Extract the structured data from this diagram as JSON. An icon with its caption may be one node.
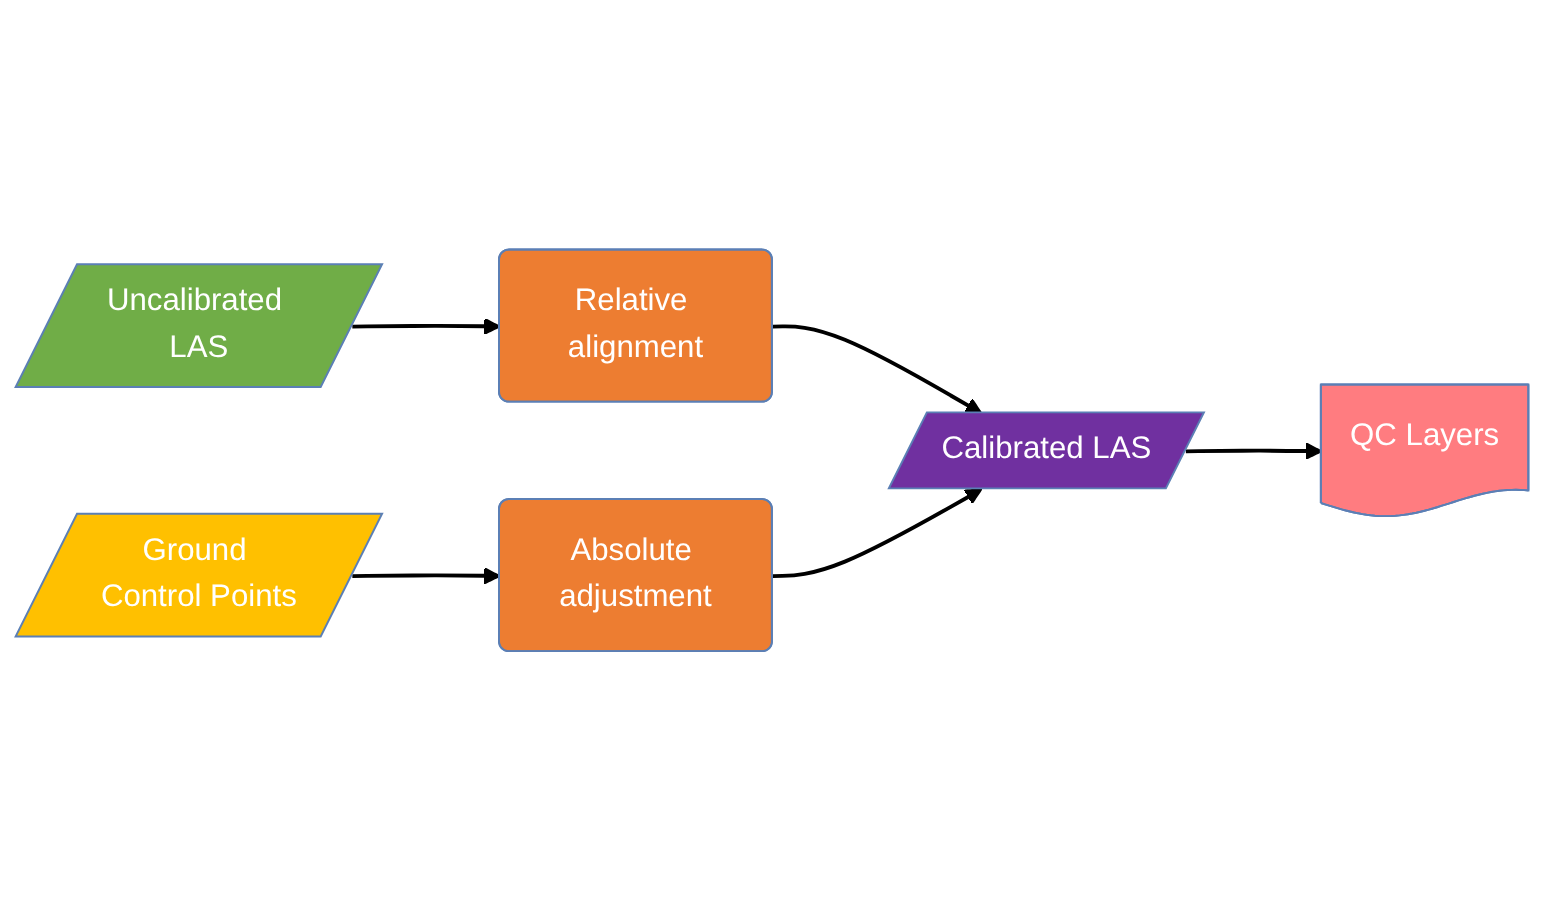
{
  "diagram": {
    "nodes": [
      {
        "text": [
          "Uncalibrated LAS"
        ]
      },
      {
        "text": [
          "Relative alignment"
        ]
      },
      {
        "text": [
          "Ground Control Points"
        ]
      },
      {
        "text": [
          "Absolute adjustment"
        ]
      },
      {
        "text": [
          "Calibrated LAS"
        ]
      },
      {
        "text": [
          "QC Layers"
        ]
      }
    ],
    "edges": [
      {
        "from": 0,
        "to": 1,
        "arrow": "to"
      },
      {
        "from": 1,
        "to": 4,
        "arrow": "to"
      },
      {
        "from": 2,
        "to": 3,
        "arrow": "to"
      },
      {
        "from": 3,
        "to": 4,
        "arrow": "to"
      },
      {
        "from": 4,
        "to": 5,
        "arrow": "to"
      }
    ]
  }
}
